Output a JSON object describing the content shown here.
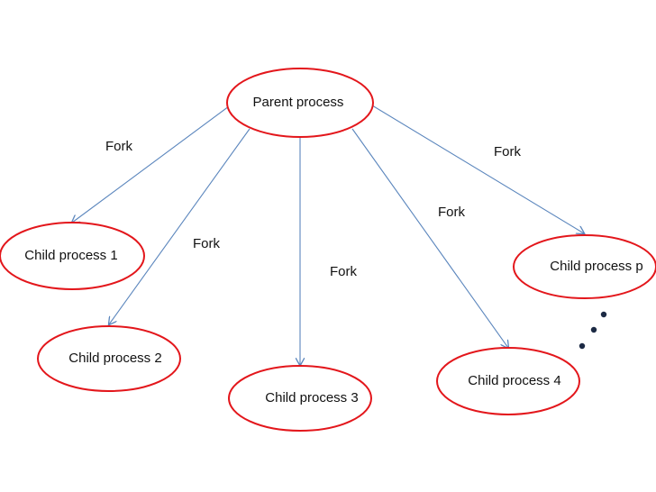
{
  "colors": {
    "ellipse_stroke": "#e3161b",
    "arrow_stroke": "#5b86bd",
    "dot_fill": "#1c2a44",
    "text": "#111111"
  },
  "nodes": {
    "parent": "Parent process",
    "child1": "Child process 1",
    "child2": "Child process 2",
    "child3": "Child process 3",
    "child4": "Child process 4",
    "childp": "Child process p"
  },
  "edges": {
    "fork1": "Fork",
    "fork2": "Fork",
    "fork3": "Fork",
    "fork4": "Fork",
    "forkp": "Fork"
  }
}
